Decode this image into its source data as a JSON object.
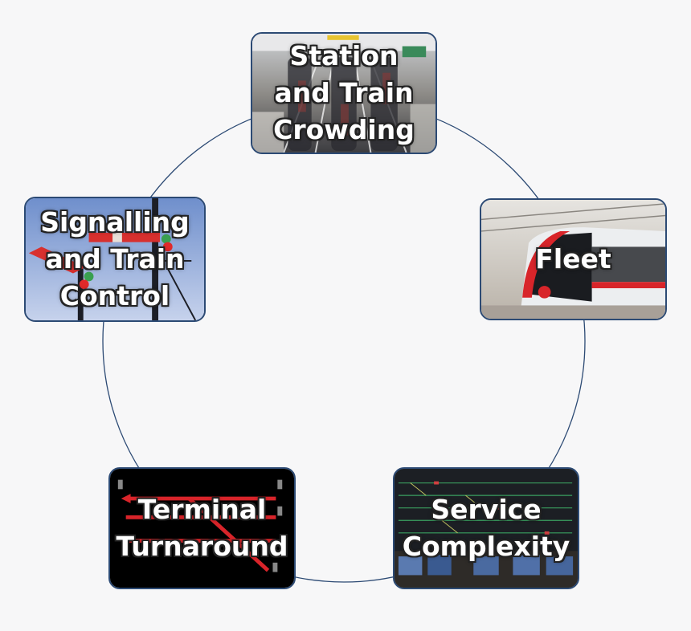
{
  "diagram": {
    "nodes": [
      {
        "id": "station",
        "label": "Station\nand Train\nCrowding",
        "background": "platform-escalator-photo"
      },
      {
        "id": "fleet",
        "label": "Fleet",
        "background": "metro-train-photo"
      },
      {
        "id": "service",
        "label": "Service\nComplexity",
        "background": "control-room-photo"
      },
      {
        "id": "terminal",
        "label": "Terminal\nTurnaround",
        "background": "track-layout-schematic"
      },
      {
        "id": "signal",
        "label": "Signalling\nand Train\nControl",
        "background": "semaphore-signal-photo"
      }
    ],
    "colors": {
      "ring": "#2c4a74",
      "border": "#2c4a74",
      "label_text": "#ffffff",
      "background": "#f7f7f8"
    }
  }
}
